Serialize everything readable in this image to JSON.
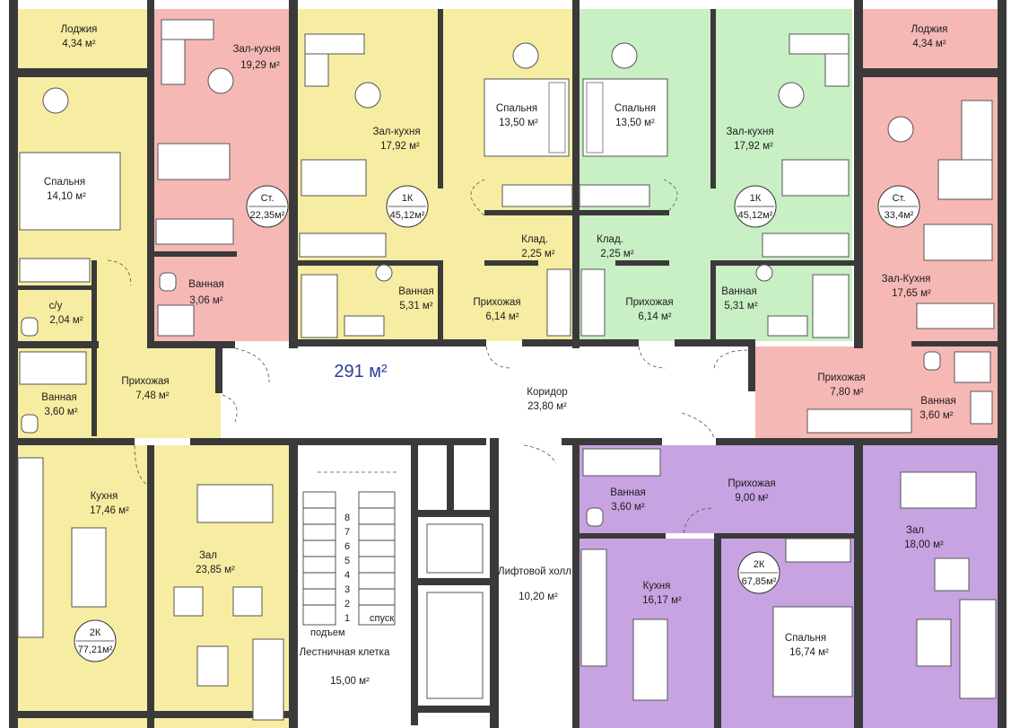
{
  "colors": {
    "yellow": "#f7eda2",
    "pink": "#f6b8b5",
    "green": "#c9efc4",
    "purple": "#c7a3e2",
    "white": "#ffffff",
    "wall": "#3a3a3a",
    "total_text": "#2b3f9c"
  },
  "total_area": "291 м²",
  "rooms": {
    "loggia_left": {
      "name": "Лоджия",
      "area": "4,34 м²"
    },
    "living_kitchen_a": {
      "name": "Зал-кухня",
      "area": "19,29 м²"
    },
    "bedroom_14": {
      "name": "Спальня",
      "area": "14,10 м²"
    },
    "bath_a": {
      "name": "Ванная",
      "area": "3,06 м²"
    },
    "wc": {
      "name": "с/у",
      "area": "2,04 м²"
    },
    "bath_left": {
      "name": "Ванная",
      "area": "3,60 м²"
    },
    "hall_left": {
      "name": "Прихожая",
      "area": "7,48 м²"
    },
    "living_kitchen_b": {
      "name": "Зал-кухня",
      "area": "17,92 м²"
    },
    "bath_b": {
      "name": "Ванная",
      "area": "5,31 м²"
    },
    "bedroom_b": {
      "name": "Спальня",
      "area": "13,50 м²"
    },
    "storage_b": {
      "name": "Клад.",
      "area": "2,25 м²"
    },
    "hall_b": {
      "name": "Прихожая",
      "area": "6,14 м²"
    },
    "bedroom_c": {
      "name": "Спальня",
      "area": "13,50 м²"
    },
    "storage_c": {
      "name": "Клад.",
      "area": "2,25 м²"
    },
    "hall_c": {
      "name": "Прихожая",
      "area": "6,14 м²"
    },
    "living_kitchen_c": {
      "name": "Зал-кухня",
      "area": "17,92 м²"
    },
    "bath_c": {
      "name": "Ванная",
      "area": "5,31 м²"
    },
    "loggia_right": {
      "name": "Лоджия",
      "area": "4,34 м²"
    },
    "living_kitchen_d": {
      "name": "Зал-Кухня",
      "area": "17,65 м²"
    },
    "hall_d": {
      "name": "Прихожая",
      "area": "7,80 м²"
    },
    "bath_d": {
      "name": "Ванная",
      "area": "3,60 м²"
    },
    "corridor": {
      "name": "Коридор",
      "area": "23,80 м²"
    },
    "kitchen_e": {
      "name": "Кухня",
      "area": "17,46 м²"
    },
    "hall_e": {
      "name": "Зал",
      "area": "23,85 м²"
    },
    "stairwell": {
      "name": "Лестничная клетка",
      "area": "15,00 м²"
    },
    "lift_hall": {
      "name": "Лифтовой холл",
      "area": "10,20 м²"
    },
    "bath_f": {
      "name": "Ванная",
      "area": "3,60 м²"
    },
    "hall_f": {
      "name": "Прихожая",
      "area": "9,00 м²"
    },
    "kitchen_f": {
      "name": "Кухня",
      "area": "16,17 м²"
    },
    "bedroom_f": {
      "name": "Спальня",
      "area": "16,74 м²"
    },
    "hall_zal_f": {
      "name": "Зал",
      "area": "18,00 м²"
    }
  },
  "badges": {
    "st_a": {
      "type": "Ст.",
      "area": "22,35м²"
    },
    "k1_b": {
      "type": "1К",
      "area": "45,12м²"
    },
    "k1_c": {
      "type": "1К",
      "area": "45,12м²"
    },
    "st_d": {
      "type": "Ст.",
      "area": "33,4м²"
    },
    "k2_e": {
      "type": "2К",
      "area": "77,21м²"
    },
    "k2_f": {
      "type": "2К",
      "area": "67,85м²"
    }
  },
  "stair_labels": {
    "up": "подъем",
    "down": "спуск"
  },
  "stair_step_numbers": [
    "1",
    "2",
    "3",
    "4",
    "5",
    "6",
    "7",
    "8"
  ]
}
